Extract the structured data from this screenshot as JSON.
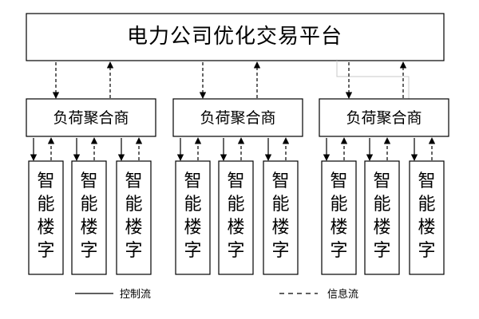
{
  "platform": {
    "label": "电力公司优化交易平台"
  },
  "aggregators": [
    {
      "label": "负荷聚合商",
      "buildings": [
        {
          "lines": [
            "智",
            "能",
            "楼",
            "字"
          ]
        },
        {
          "lines": [
            "智",
            "能",
            "楼",
            "字"
          ]
        },
        {
          "lines": [
            "智",
            "能",
            "楼",
            "字"
          ]
        }
      ]
    },
    {
      "label": "负荷聚合商",
      "buildings": [
        {
          "lines": [
            "智",
            "能",
            "楼",
            "字"
          ]
        },
        {
          "lines": [
            "智",
            "能",
            "楼",
            "字"
          ]
        },
        {
          "lines": [
            "智",
            "能",
            "楼",
            "字"
          ]
        }
      ]
    },
    {
      "label": "负荷聚合商",
      "buildings": [
        {
          "lines": [
            "智",
            "能",
            "楼",
            "字"
          ]
        },
        {
          "lines": [
            "智",
            "能",
            "楼",
            "字"
          ]
        },
        {
          "lines": [
            "智",
            "能",
            "楼",
            "字"
          ]
        }
      ]
    }
  ],
  "legend": {
    "control_flow": "控制流",
    "info_flow": "信息流"
  },
  "colors": {
    "stroke": "#000000",
    "background": "#ffffff"
  }
}
